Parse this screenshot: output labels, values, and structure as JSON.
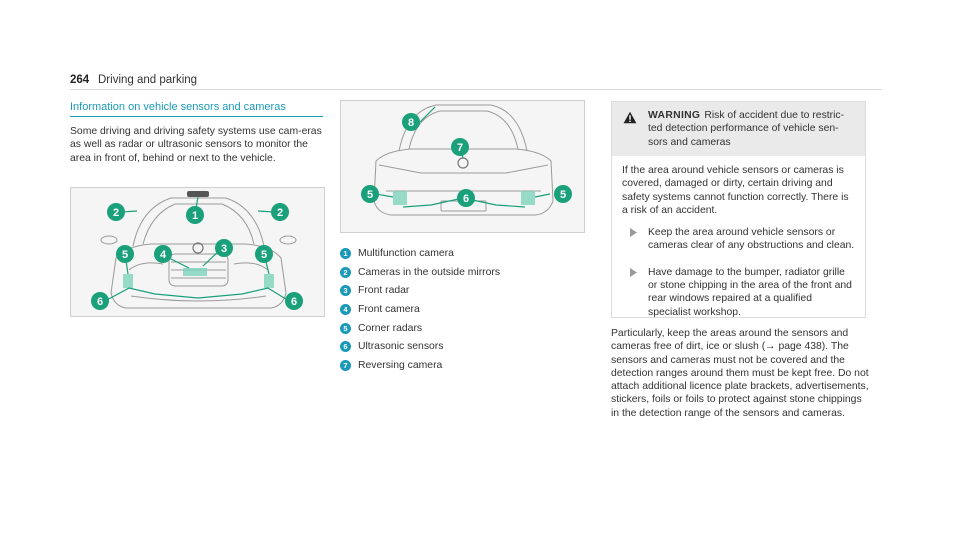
{
  "header": {
    "page_number": "264",
    "chapter_title": "Driving and parking"
  },
  "section": {
    "heading": "Information on vehicle sensors and cameras",
    "intro": "Some driving and driving safety systems use cam-eras as well as radar or ultrasonic sensors to monitor the area in front of, behind or next to the vehicle."
  },
  "figure_front": {
    "callouts": [
      "1",
      "2",
      "2",
      "3",
      "4",
      "5",
      "5",
      "6",
      "6"
    ]
  },
  "figure_rear": {
    "callouts": [
      "5",
      "5",
      "6",
      "7",
      "8"
    ]
  },
  "legend": [
    {
      "num": "1",
      "text": "Multifunction camera"
    },
    {
      "num": "2",
      "text": "Cameras in the outside mirrors"
    },
    {
      "num": "3",
      "text": "Front radar"
    },
    {
      "num": "4",
      "text": "Front camera"
    },
    {
      "num": "5",
      "text": "Corner radars"
    },
    {
      "num": "6",
      "text": "Ultrasonic sensors"
    },
    {
      "num": "7",
      "text": "Reversing camera"
    }
  ],
  "warning": {
    "label": "WARNING",
    "title": "Risk of accident due to restric-ted detection performance of vehicle sen-sors and cameras",
    "body": "If the area around vehicle sensors or cameras is covered, damaged or dirty, certain driving and safety systems cannot function correctly. There is a risk of an accident.",
    "bullets": [
      "Keep the area around vehicle sensors or cameras clear of any obstructions and clean.",
      "Have damage to the bumper, radiator grille or stone chipping in the area of the front and rear windows repaired at a qualified specialist workshop."
    ]
  },
  "particularly_text": "Particularly, keep the areas around the sensors and cameras free of dirt, ice or slush (→ page 438). The sensors and cameras must not be covered and the detection ranges around them must be kept free. Do not attach additional licence plate brackets, advertisements, stickers, foils or foils to protect against stone chippings in the detection range of the sensors and cameras.",
  "colors": {
    "accent": "#1b9ab8",
    "callout_fill": "#1aa07a",
    "sensor_zone": "#7ed3bd"
  }
}
